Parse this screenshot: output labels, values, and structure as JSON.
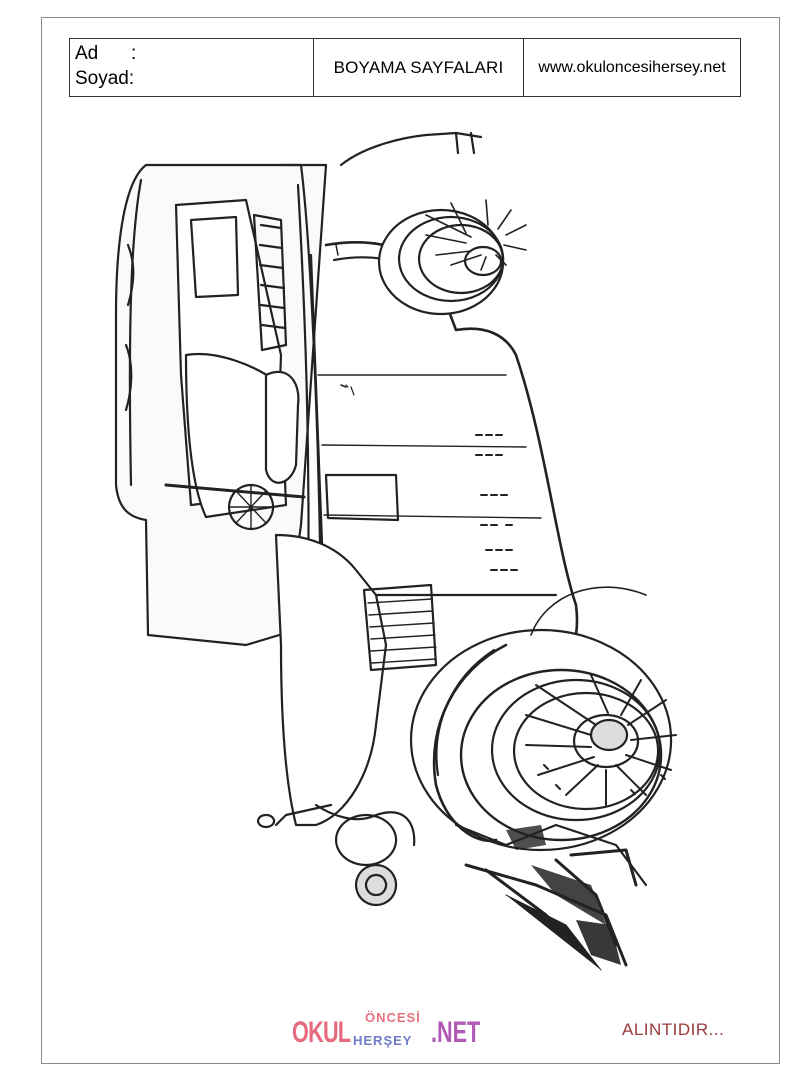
{
  "header": {
    "name_label": "Ad",
    "name_colon": ":",
    "surname_label": "Soyad:",
    "title": "BOYAMA SAYFALARI",
    "website": "www.okuloncesihersey.net"
  },
  "artwork": {
    "subject": "vintage-car-outline-icon"
  },
  "footer": {
    "logo_word1": "OKUL",
    "logo_word2": "ÖNCESİ",
    "logo_word3": "HERŞEY",
    "logo_word4": ".NET",
    "credit": "ALINTIDIR..."
  },
  "colors": {
    "border": "#333333",
    "credit": "#9b3a3a"
  }
}
